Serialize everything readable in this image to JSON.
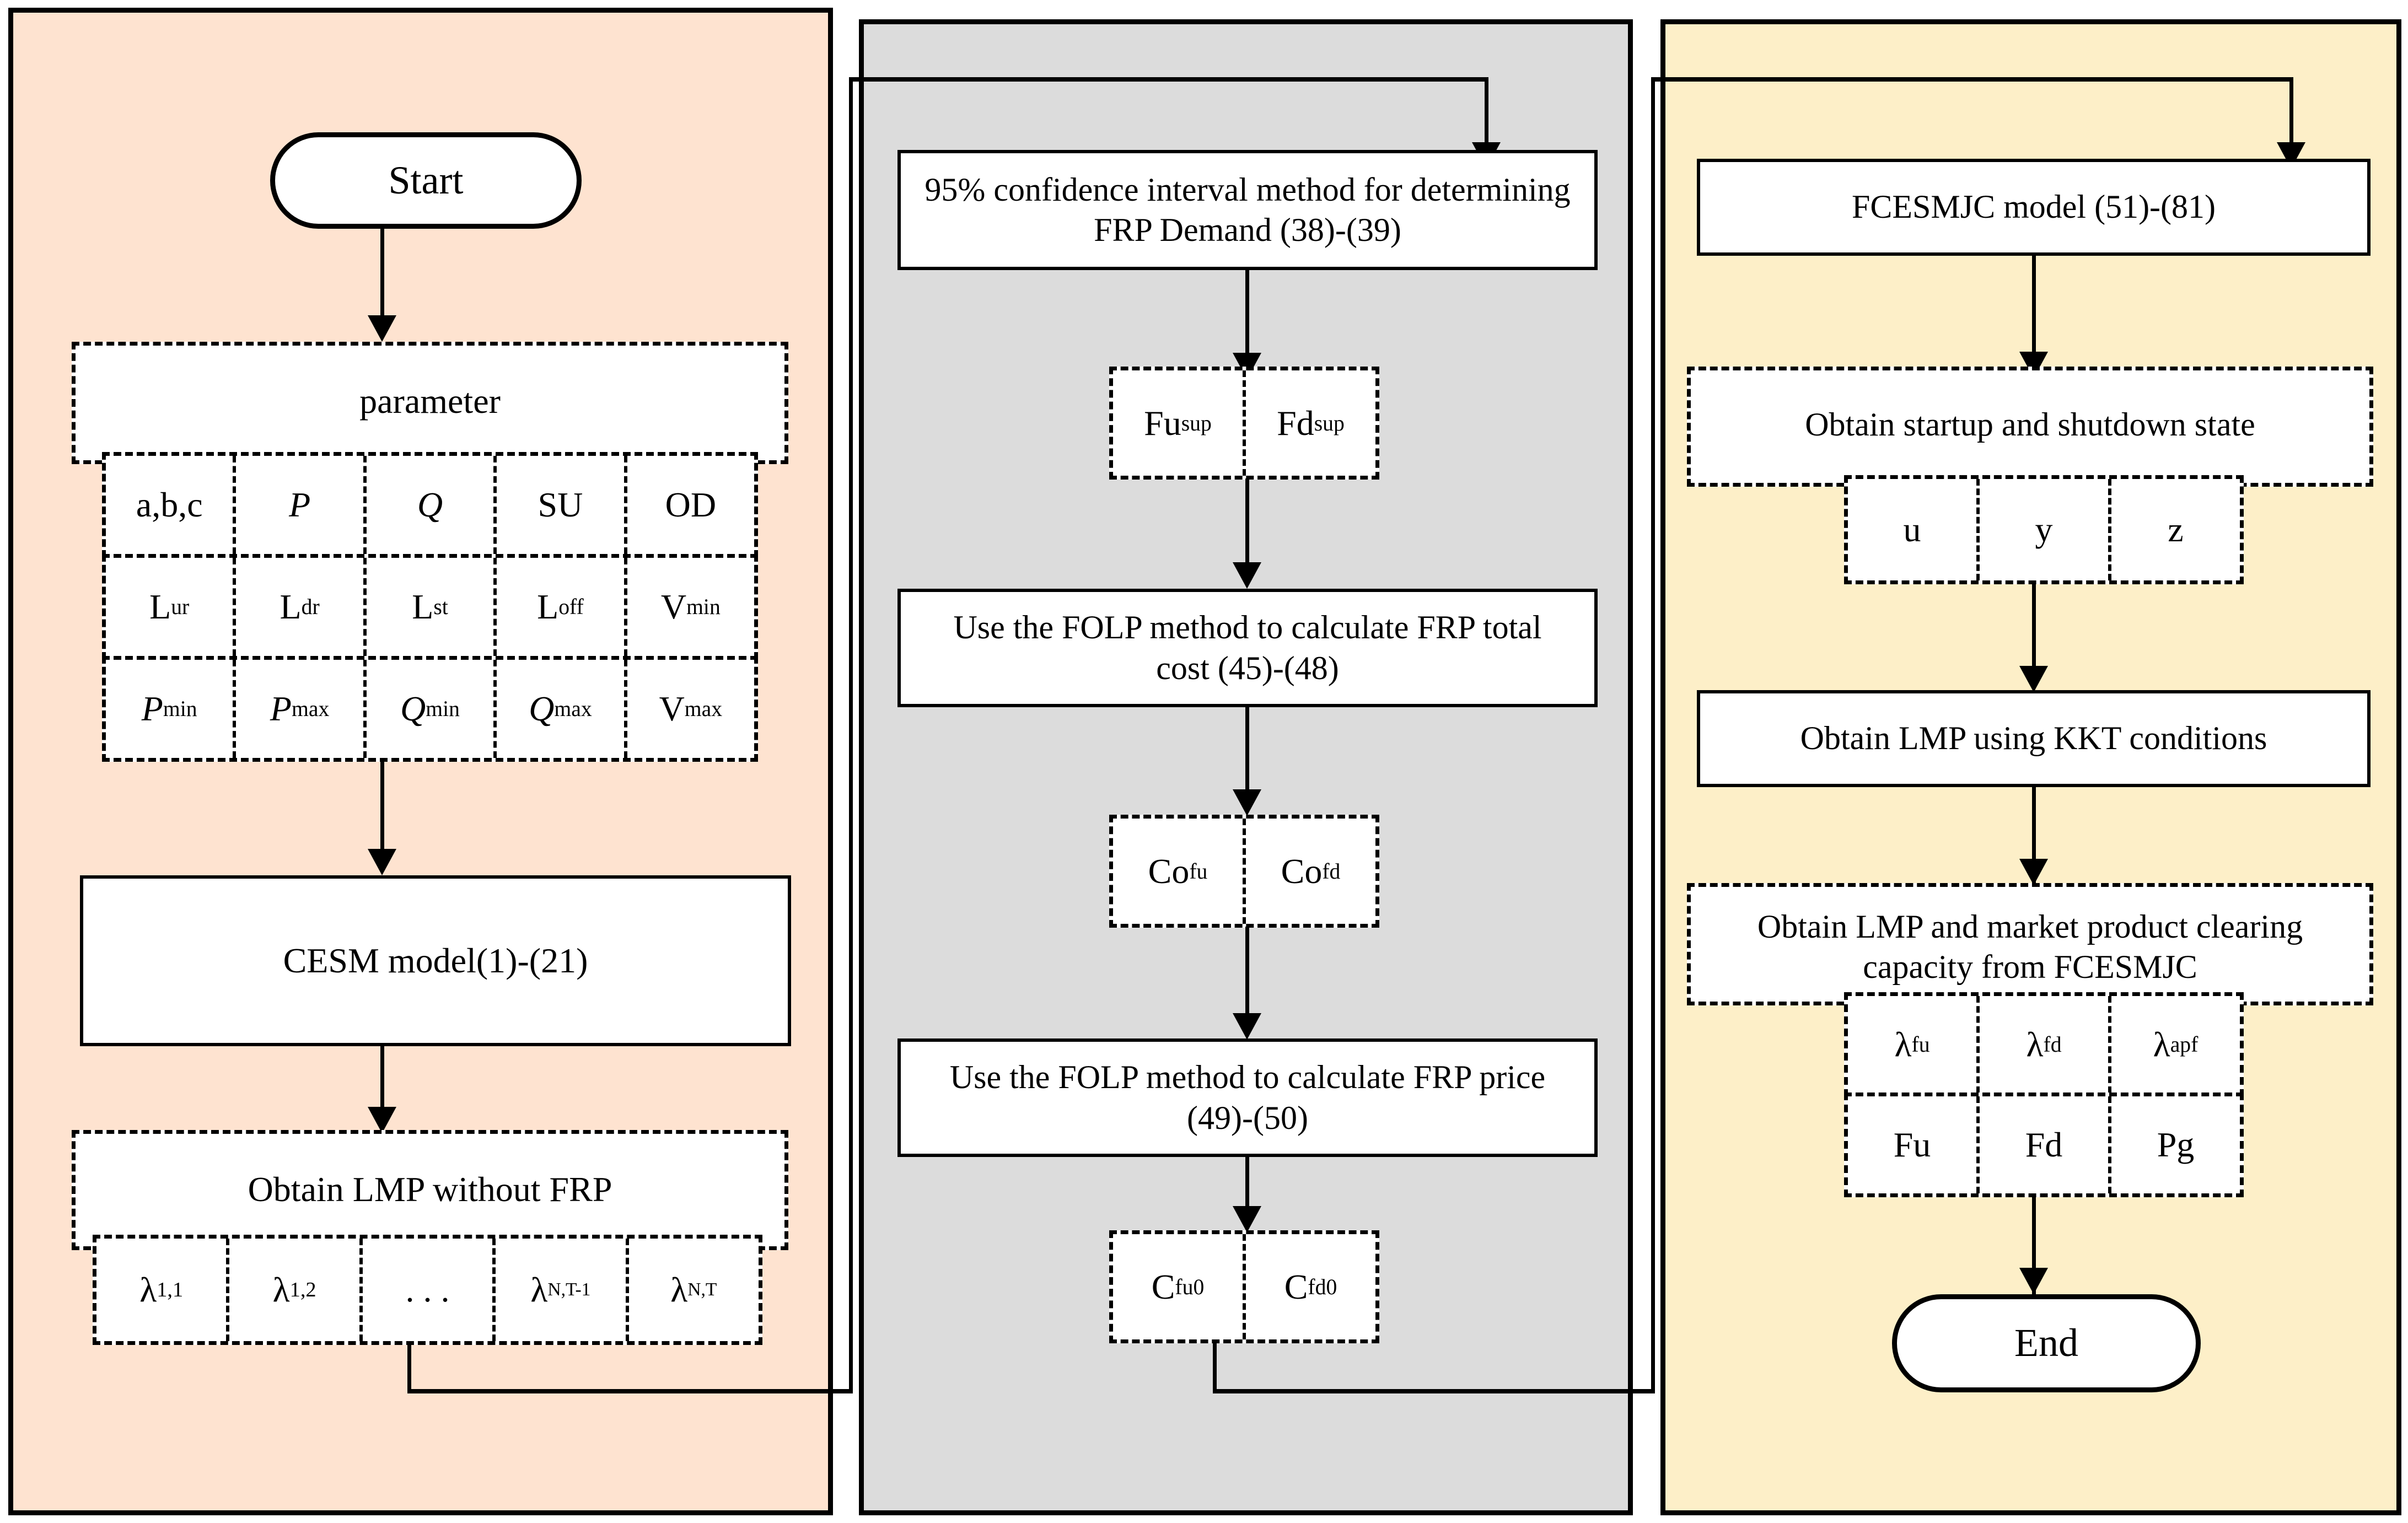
{
  "diagram": {
    "title": "FRP market clearing flowchart",
    "panels": {
      "left": {
        "name": "stage-1-panel",
        "color": "#FEE3D0"
      },
      "middle": {
        "name": "stage-2-panel",
        "color": "#DCDCDC"
      },
      "right": {
        "name": "stage-3-panel",
        "color": "#FDEFC8"
      }
    }
  },
  "left": {
    "start": "Start",
    "parameter_title": "parameter",
    "parameter_rows": [
      [
        "a,b,c",
        "P",
        "Q",
        "SU",
        "OD"
      ],
      [
        "L",
        "L",
        "L",
        "L",
        "V"
      ],
      [
        "P",
        "P",
        "Q",
        "Q",
        "V"
      ]
    ],
    "parameter_row2_sup": [
      "ur",
      "dr",
      "st",
      "off",
      "min"
    ],
    "parameter_row3_sup": [
      "min",
      "max",
      "min",
      "max",
      "max"
    ],
    "cesm_model": "CESM model(1)-(21)",
    "lmp_without_frp": "Obtain LMP without FRP",
    "lambda_cells": [
      "λ",
      "λ",
      ". . .",
      "λ",
      "λ"
    ],
    "lambda_subs": [
      "1,1",
      "1,2",
      "",
      "N,T-1",
      "N,T"
    ]
  },
  "middle": {
    "confidence_interval": "95% confidence interval method for determining FRP Demand (38)-(39)",
    "frp_supply_cells": [
      "Fu",
      "Fd"
    ],
    "frp_supply_sup": [
      "sup",
      "sup"
    ],
    "folp_total_cost": "Use the FOLP method to calculate FRP total cost (45)-(48)",
    "cost_cells": [
      "Co",
      "Co"
    ],
    "cost_sup": [
      "fu",
      "fd"
    ],
    "folp_price": "Use the FOLP method to calculate FRP price (49)-(50)",
    "price_cells": [
      "C",
      "C"
    ],
    "price_sup": [
      "fu0",
      "fd0"
    ]
  },
  "right": {
    "fcesmjc_model": "FCESMJC model (51)-(81)",
    "startup_shutdown": "Obtain startup and shutdown state",
    "state_cells": [
      "u",
      "y",
      "z"
    ],
    "lmp_kkt": "Obtain LMP using KKT conditions",
    "lmp_clearing": "Obtain LMP and market product clearing capacity from FCESMJC",
    "clearing_lambda_cells": [
      "λ",
      "λ",
      "λ"
    ],
    "clearing_lambda_sup": [
      "fu",
      "fd",
      "apf"
    ],
    "clearing_qty_cells": [
      "Fu",
      "Fd",
      "Pg"
    ],
    "end": "End"
  }
}
